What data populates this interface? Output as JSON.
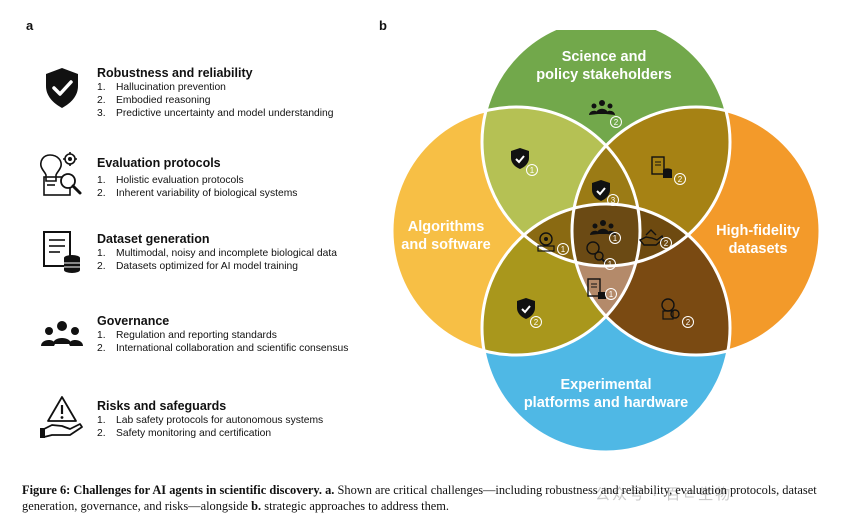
{
  "panel_a_label": "a",
  "panel_b_label": "b",
  "challenges": [
    {
      "title": "Robustness and reliability",
      "icon": "shield-check-icon",
      "items": [
        "Hallucination prevention",
        "Embodied reasoning",
        "Predictive uncertainty and model understanding"
      ]
    },
    {
      "title": "Evaluation protocols",
      "icon": "bulb-gear-magnifier-icon",
      "items": [
        "Holistic evaluation protocols",
        "Inherent variability of biological systems"
      ]
    },
    {
      "title": "Dataset generation",
      "icon": "document-database-icon",
      "items": [
        "Multimodal, noisy and incomplete biological data",
        "Datasets optimized for AI model training"
      ]
    },
    {
      "title": "Governance",
      "icon": "people-group-icon",
      "items": [
        "Regulation and reporting standards",
        "International collaboration and scientific consensus"
      ]
    },
    {
      "title": "Risks and safeguards",
      "icon": "hand-warning-icon",
      "items": [
        "Lab safety protocols for autonomous systems",
        "Safety monitoring and certification"
      ]
    }
  ],
  "venn": {
    "top": {
      "line1": "Science and",
      "line2": "policy stakeholders",
      "color": "#72a84b"
    },
    "left": {
      "line1": "Algorithms",
      "line2": "and software",
      "color": "#f7bf45"
    },
    "right": {
      "line1": "High-fidelity",
      "line2": "datasets",
      "color": "#f39a2a"
    },
    "bottom": {
      "line1": "Experimental",
      "line2": "platforms and hardware",
      "color": "#4fb8e5"
    },
    "region_badges": {
      "top_only": "2",
      "top_left": "1",
      "top_right": "2",
      "top_center": "3",
      "center_left": "1",
      "center_top": "1",
      "center_right": "2",
      "center_low": "1",
      "left_bottom": "2",
      "center_bottom": "1",
      "right_bottom": "2"
    }
  },
  "watermark": "公众号 · 百ㄹ生物",
  "caption": {
    "lead": "Figure 6: Challenges for AI agents in scientific discovery. a.",
    "text1": " Shown are critical challenges—including robustness and reliability, evaluation protocols, dataset generation, governance, and risks—alongside ",
    "bold_b": "b.",
    "text2": " strategic approaches to address them."
  }
}
